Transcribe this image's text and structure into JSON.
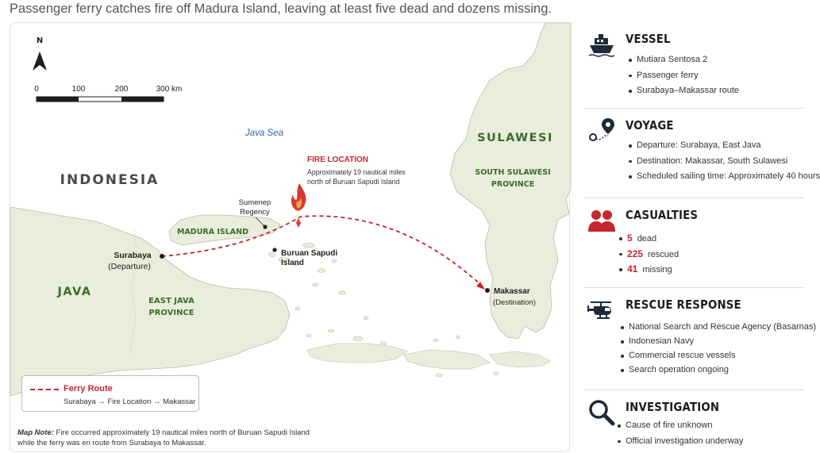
{
  "headline": "Passenger ferry catches fire off Madura Island, leaving at least five dead and dozens missing.",
  "colors": {
    "accent": "#c6262e",
    "land": "#e9eedc",
    "coast": "#b7bda8",
    "water": "#ffffff",
    "province_label": "#3d6b2a",
    "sea_label": "#2f63a3"
  },
  "map": {
    "north_label": "N",
    "scale": {
      "ticks": [
        "0",
        "100",
        "200",
        "300 km"
      ]
    },
    "labels": {
      "java_sea": "Java Sea",
      "indonesia": "INDONESIA",
      "java": "JAVA",
      "east_java": [
        "EAST JAVA",
        "PROVINCE"
      ],
      "madura": "MADURA ISLAND",
      "sulawesi": "SULAWESI",
      "south_sulawesi": [
        "SOUTH SULAWESI",
        "PROVINCE"
      ],
      "sumenep": [
        "Sumenep",
        "Regency"
      ],
      "buruan": [
        "Buruan Sapudi",
        "Island"
      ],
      "surabaya": "Surabaya",
      "surabaya_sub": "(Departure)",
      "makassar": "Makassar",
      "makassar_sub": "(Destination)",
      "fire_title": "FIRE LOCATION",
      "fire_desc": [
        "Approximately 19 nautical miles",
        "north of Buruan Sapudi Island"
      ]
    },
    "legend": {
      "title": "Ferry Route",
      "route": "Surabaya → Fire Location → Makassar"
    },
    "note": {
      "lead": "Map Note:",
      "line1": " Fire occurred approximately 19 nautical miles north of Buruan Sapudi Island",
      "line2": "while the ferry was en route from Surabaya to Makassar."
    }
  },
  "sidebar": {
    "vessel": {
      "title": "VESSEL",
      "icon": "ship-icon",
      "items": [
        "Mutiara Sentosa 2",
        "Passenger ferry",
        "Surabaya–Makassar route"
      ]
    },
    "voyage": {
      "title": "VOYAGE",
      "icon": "route-pin-icon",
      "items": [
        "Departure: Surabaya, East Java",
        "Destination: Makassar, South Sulawesi",
        "Scheduled sailing time: Approximately 40 hours"
      ]
    },
    "casualties": {
      "title": "CASUALTIES",
      "icon": "people-icon",
      "items": [
        {
          "num": "5",
          "label": "dead"
        },
        {
          "num": "225",
          "label": "rescued"
        },
        {
          "num": "41",
          "label": "missing"
        }
      ]
    },
    "rescue": {
      "title": "RESCUE RESPONSE",
      "icon": "helicopter-icon",
      "items": [
        "National Search and Rescue Agency (Basarnas)",
        "Indonesian Navy",
        "Commercial rescue vessels",
        "Search operation ongoing"
      ]
    },
    "investigation": {
      "title": "INVESTIGATION",
      "icon": "magnifier-icon",
      "items": [
        "Cause of fire unknown",
        "Official investigation underway"
      ]
    }
  }
}
